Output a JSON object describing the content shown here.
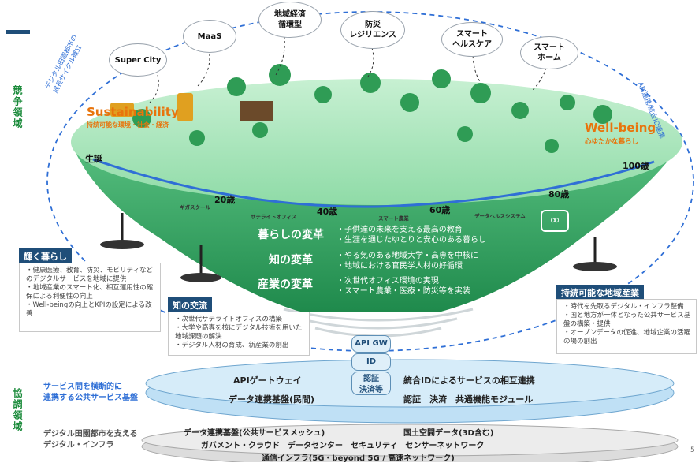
{
  "side_labels": {
    "competition": "競争領域",
    "cooperation": "協調領域"
  },
  "clouds": [
    {
      "id": "super-city",
      "label": "Super City"
    },
    {
      "id": "maas",
      "label": "MaaS"
    },
    {
      "id": "economy",
      "label": "地域経済\n循環型"
    },
    {
      "id": "resilience",
      "label": "防災\nレジリエンス"
    },
    {
      "id": "healthcare",
      "label": "スマート\nヘルスケア"
    },
    {
      "id": "home",
      "label": "スマート\nホーム"
    }
  ],
  "ring_labels": {
    "left": "デジタル田園都市の\n成長サイクル確立",
    "right": "API連携/統合ID連携"
  },
  "sustainability": {
    "title": "Sustainability",
    "subtitle": "持続可能な環境・社会・経済"
  },
  "wellbeing": {
    "title": "Well-being",
    "subtitle": "心ゆたかな暮らし"
  },
  "ages": [
    "生誕",
    "20歳",
    "40歳",
    "60歳",
    "80歳",
    "100歳"
  ],
  "stations": [
    "ギガスクール",
    "サテライトオフィス",
    "スマート農業",
    "データヘルスシステム"
  ],
  "bands": [
    {
      "title": "暮らしの変革",
      "items": [
        "子供達の未来を支える最高の教育",
        "生涯を通じたゆとりと安心のある暮らし"
      ]
    },
    {
      "title": "知の変革",
      "items": [
        "やる気のある地域大学・高専を中核に",
        "地域における官民学人材の好循環"
      ]
    },
    {
      "title": "産業の変革",
      "items": [
        "次世代オフィス環境の実現",
        "スマート農業・医療・防災等を実装"
      ]
    }
  ],
  "boxes": {
    "life": {
      "title": "輝く暮らし",
      "items": [
        "健康医療、教育、防災、モビリティなどのデジタルサービスを地域に提供",
        "地域産業のスマート化、相互運用性の確保による利便性の向上",
        "Well-beingの向上とKPIの設定による改善"
      ]
    },
    "knowledge": {
      "title": "知の交流",
      "items": [
        "次世代サテライトオフィスの構築",
        "大学や高専を核にデジタル技術を用いた地域課題の解決",
        "デジタル人材の育成、新産業の創出"
      ]
    },
    "industry": {
      "title": "持続可能な地域産業",
      "items": [
        "時代を先取るデジタル・インフラ整備",
        "国と地方が一体となった公共サービス基盤の構築・提供",
        "オープンデータの促進、地域企業の活躍の場の創出"
      ]
    }
  },
  "api_stack": [
    "API GW",
    "ID",
    "認証\n決済等"
  ],
  "public_platform": {
    "left_label": "サービス間を横断的に\n連携する公共サービス基盤",
    "items": [
      "APIゲートウェイ",
      "統合IDによるサービスの相互連携",
      "データ連携基盤(民間)",
      "認証　決済　共通機能モジュール"
    ]
  },
  "infra": {
    "left_label": "デジタル田園都市を支える\nデジタル・インフラ",
    "items": [
      "データ連携基盤(公共サービスメッシュ)",
      "国土空間データ(3D含む)",
      "ガバメント・クラウド　データセンター　セキュリティ　センサーネットワーク",
      "通信インフラ(5G・beyond 5G / 高速ネットワーク)"
    ]
  },
  "page_number": "5",
  "colors": {
    "green_dark": "#2e8b57",
    "green_light": "#9be2b4",
    "navy": "#1f4e79",
    "orange": "#e8740c",
    "blue_line": "#2f6fd6",
    "platform_blue": "#bfe0f5"
  }
}
